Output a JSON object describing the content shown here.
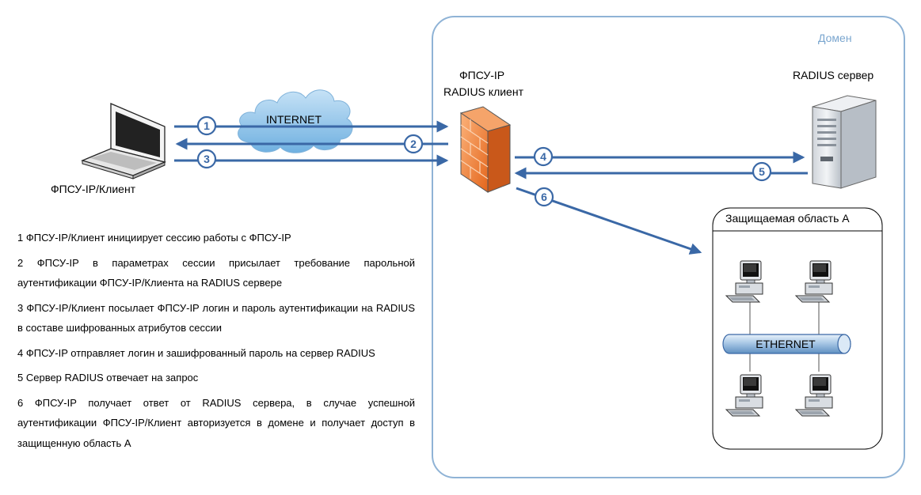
{
  "labels": {
    "domain": "Домен",
    "client": "ФПСУ-IP/Клиент",
    "radius_client_line1": "ФПСУ-IP",
    "radius_client_line2": "RADIUS клиент",
    "radius_server": "RADIUS сервер",
    "internet": "INTERNET",
    "protected_area": "Защищаемая область А",
    "ethernet": "ETHERNET"
  },
  "steps": [
    {
      "n": "1",
      "text": "1 ФПСУ-IP/Клиент инициирует сессию работы с ФПСУ-IP"
    },
    {
      "n": "2",
      "text": "2 ФПСУ-IP в параметрах сессии присылает требование парольной аутентификации ФПСУ-IP/Клиента на RADIUS сервере"
    },
    {
      "n": "3",
      "text": "3 ФПСУ-IP/Клиент посылает ФПСУ-IP логин и пароль аутентификации на RADIUS в составе шифрованных атрибутов сессии"
    },
    {
      "n": "4",
      "text": "4 ФПСУ-IP отправляет логин и зашифрованный пароль на сервер RADIUS"
    },
    {
      "n": "5",
      "text": "5 Сервер RADIUS отвечает на запрос"
    },
    {
      "n": "6",
      "text": "6 ФПСУ-IP получает ответ от RADIUS сервера, в случае успешной аутентификации ФПСУ-IP/Клиент авторизуется в домене и  получает доступ в защищенную область А"
    }
  ],
  "colors": {
    "arrow": "#3a68a6",
    "domain_border": "#8fb3d6",
    "firewall": "#f07b2f",
    "cloud": "#8fc4ea"
  },
  "icons": [
    "laptop-icon",
    "cloud-icon",
    "firewall-icon",
    "server-icon",
    "workstation-icon"
  ]
}
